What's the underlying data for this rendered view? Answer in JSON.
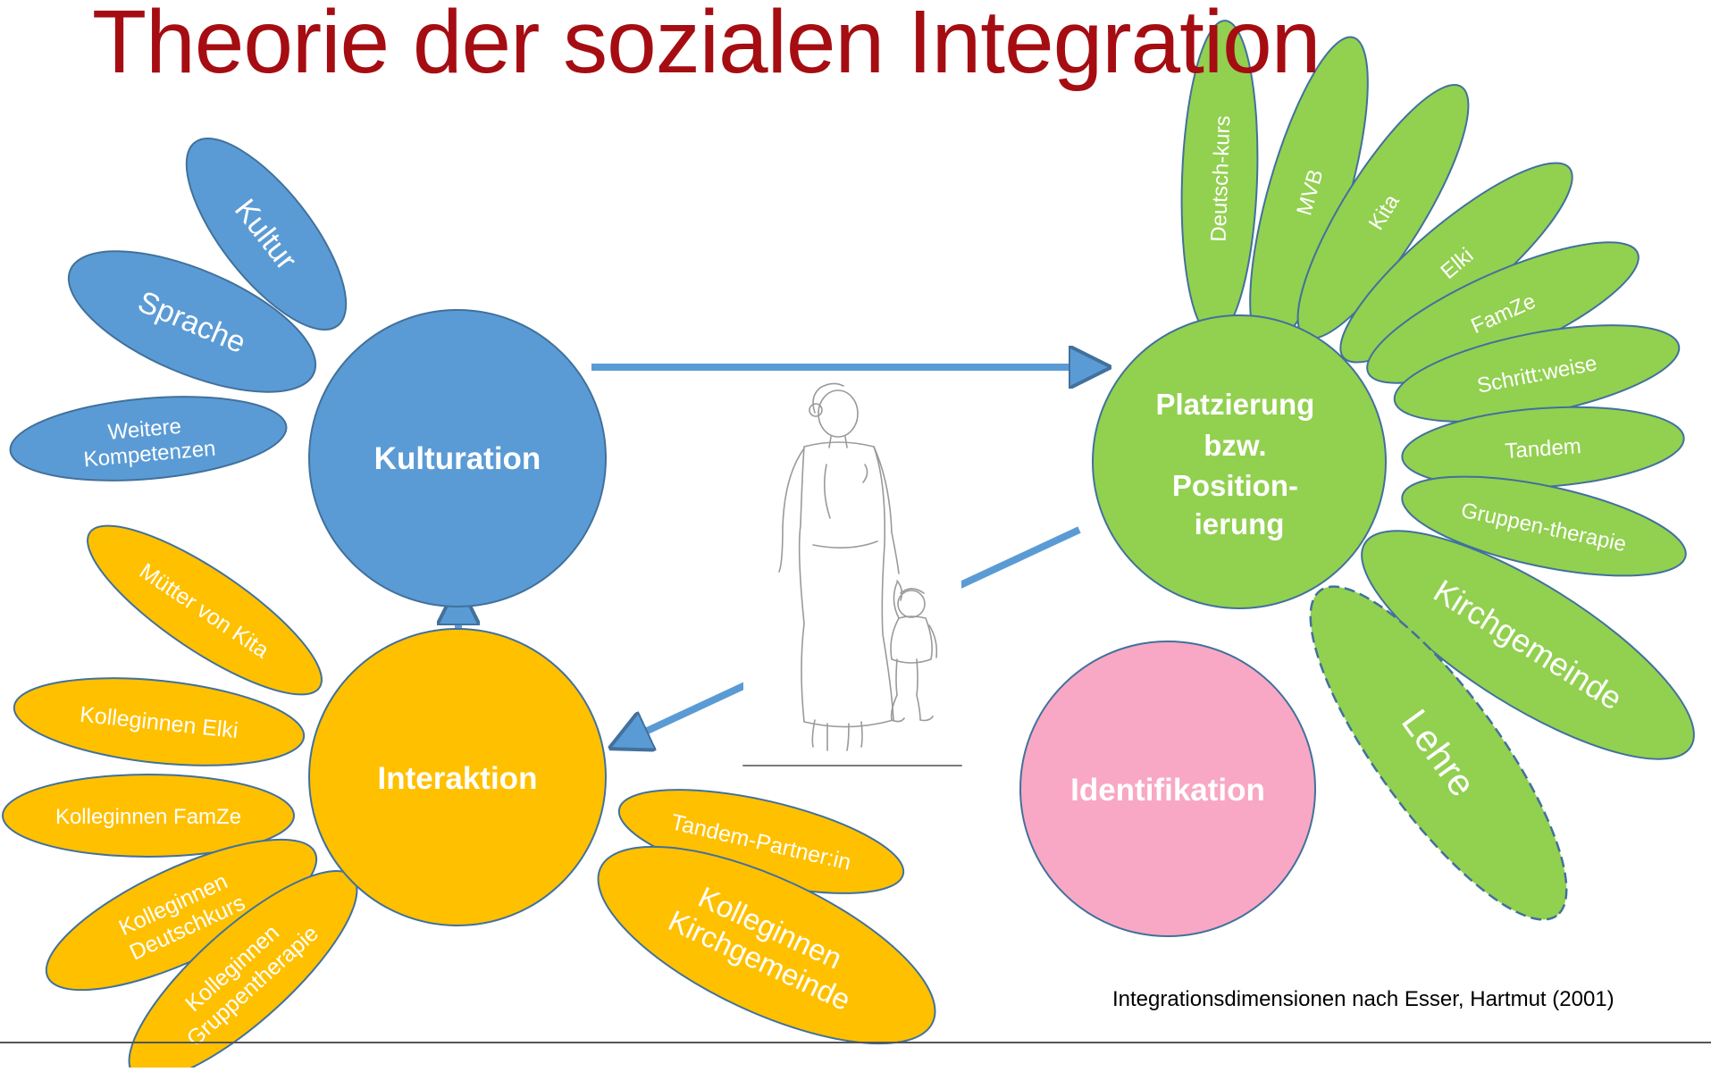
{
  "title": "Theorie der sozialen Integration",
  "citation": "Integrationsdimensionen nach Esser, Hartmut (2001)",
  "colors": {
    "title": "#a50d12",
    "blue": "#5b9bd5",
    "green": "#92d050",
    "orange": "#ffc000",
    "pink": "#f8a8c4",
    "outline": "#41719c",
    "text_on_shape": "#ffffff"
  },
  "dimensions": {
    "kulturation": {
      "label": "Kulturation",
      "petals": [
        "Kultur",
        "Sprache",
        "Weitere Kompetenzen"
      ]
    },
    "platzierung": {
      "label_lines": [
        "Platzierung",
        "bzw.",
        "Position-",
        "ierung"
      ],
      "petals": [
        "Deutsch-kurs",
        "MVB",
        "Kita",
        "Elki",
        "FamZe",
        "Schritt:weise",
        "Tandem",
        "Gruppen-therapie",
        "Kirchgemeinde",
        "Lehre"
      ]
    },
    "interaktion": {
      "label": "Interaktion",
      "petals_left": [
        "Mütter von  Kita",
        "Kolleginnen Elki",
        "Kolleginnen FamZe",
        "Kolleginnen Deutschkurs",
        "Kolleginnen Gruppentherapie"
      ],
      "petals_right": [
        "Tandem-Partner:in",
        "Kolleginnen Kirchgemeinde"
      ]
    },
    "identifikation": {
      "label": "Identifikation"
    }
  },
  "illustration": "line-drawing-mother-and-child-icon"
}
